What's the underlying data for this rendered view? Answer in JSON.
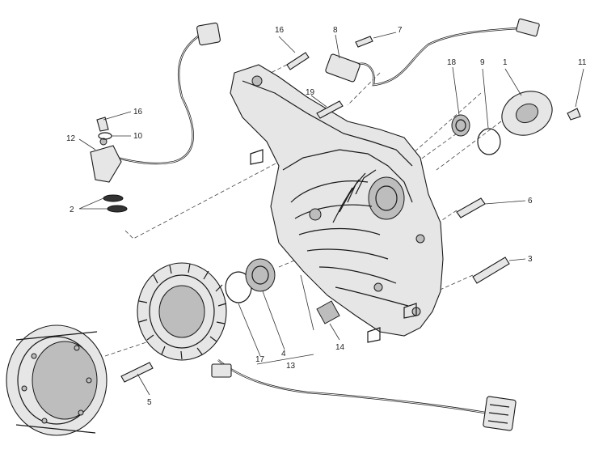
{
  "diagram": {
    "labels": {
      "n1": "1",
      "n2": "2",
      "n3": "3",
      "n4": "4",
      "n5": "5",
      "n6": "6",
      "n7": "7",
      "n8": "8",
      "n9": "9",
      "n10": "10",
      "n11": "11",
      "n12": "12",
      "n13": "13",
      "n14": "14",
      "n16a": "16",
      "n16b": "16",
      "n17": "17",
      "n18": "18",
      "n19": "19"
    }
  }
}
